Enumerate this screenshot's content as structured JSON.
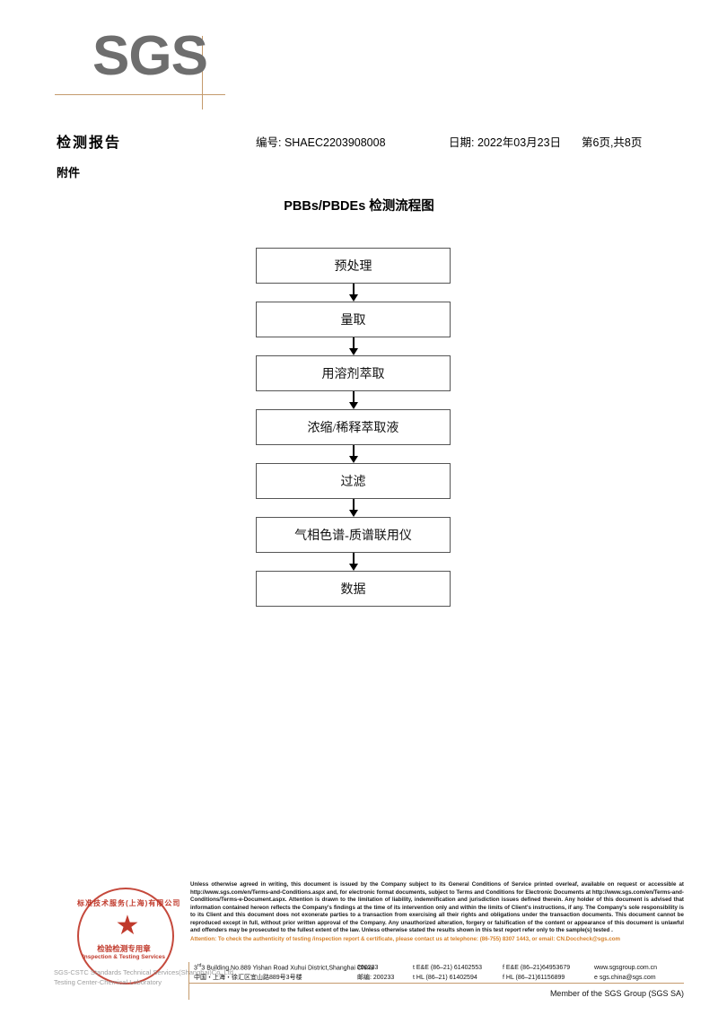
{
  "logo": {
    "text": "SGS",
    "color": "#6e6e6e",
    "rule_color": "#c49a6c"
  },
  "header": {
    "report_title": "检测报告",
    "attachment_label": "附件",
    "report_no": "编号: SHAEC2203908008",
    "date": "日期: 2022年03月23日",
    "page": "第6页,共8页"
  },
  "flowchart": {
    "title": "PBBs/PBDEs 检测流程图",
    "nodes": [
      {
        "label": "预处理"
      },
      {
        "label": "量取"
      },
      {
        "label": "用溶剂萃取"
      },
      {
        "label": "浓缩/稀释萃取液"
      },
      {
        "label": "过滤"
      },
      {
        "label": "气相色谱-质谱联用仪"
      },
      {
        "label": "数据"
      }
    ]
  },
  "seal": {
    "color": "#c0392b",
    "cn_top": "标准技术服务(上海)有限公司",
    "cn_mid": "检验检测专用章",
    "en_mid": "Inspection & Testing Services",
    "grey_line_1": "SGS-CSTC Standards Technical Services(Shanghai)Co.,Ltd.",
    "grey_line_2": "Testing Center-Chemical Laboratory"
  },
  "footer": {
    "legal_text": "Unless otherwise agreed in writing, this document is issued by the Company subject to its General Conditions of Service printed overleaf, available on request or accessible at http://www.sgs.com/en/Terms-and-Conditions.aspx and, for electronic format documents, subject to Terms and Conditions for Electronic Documents at http://www.sgs.com/en/Terms-and-Conditions/Terms-e-Document.aspx. Attention is drawn to the limitation of liability, indemnification and jurisdiction issues defined therein. Any holder of this document is advised that information contained hereon reflects the Company's findings at the time of its intervention only and within the limits of Client's instructions, if any. The Company's sole responsibility is to its Client and this document does not exonerate parties to a transaction from exercising all their rights and obligations under the transaction documents. This document cannot be reproduced except in full, without prior written approval of the Company. Any unauthorized alteration, forgery or falsification of the content or appearance of this document is unlawful and offenders may be prosecuted to the fullest extent of the law. Unless otherwise stated the results shown in this test report refer only to the sample(s) tested .",
    "attention_text": "Attention: To check the authenticity of testing /inspection report & certificate, please contact us at telephone: (86-755) 8307 1443, or email: CN.Doccheck@sgs.com",
    "contact": {
      "address_en": "3 Building,No.889 Yishan Road Xuhui District,Shanghai China",
      "address_en_sup": "rd",
      "address_cn": "中国・上海・徐汇区宜山路889号3号楼",
      "zip_en": "200233",
      "zip_cn": "邮编: 200233",
      "tel_en_1": "t E&E (86–21) 61402553",
      "tel_en_2": "f E&E (86–21)64953679",
      "tel_cn_1": "t HL (86–21) 61402594",
      "tel_cn_2": "f HL (86–21)61156899",
      "web": "www.sgsgroup.com.cn",
      "email": "e  sgs.china@sgs.com"
    },
    "member_line": "Member of the SGS Group (SGS SA)",
    "rule_color": "#c49a6c"
  }
}
